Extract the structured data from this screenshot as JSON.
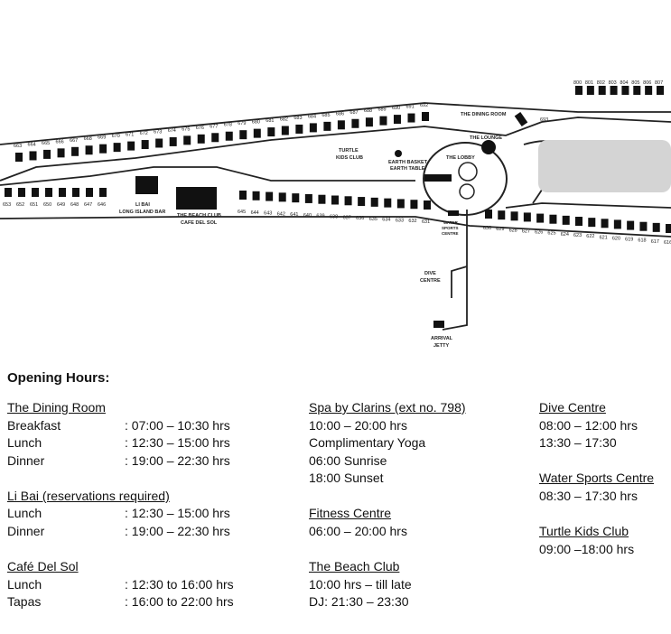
{
  "map": {
    "places": {
      "dining_room": "THE DINING ROOM",
      "lounge": "THE LOUNGE",
      "lobby": "THE LOBBY",
      "turtle_kids_1": "TURTLE",
      "turtle_kids_2": "KIDS CLUB",
      "earth_1": "EARTH BASKET",
      "earth_2": "EARTH TABLE",
      "libai_1": "LI BAI",
      "libai_2": "LONG ISLAND BAR",
      "beach_1": "THE BEACH CLUB",
      "beach_2": "CAFE DEL SOL",
      "water_1": "WATER",
      "water_2": "SPORTS",
      "water_3": "CENTRE",
      "dive_1": "DIVE",
      "dive_2": "CENTRE",
      "jetty_1": "ARRIVAL",
      "jetty_2": "JETTY"
    },
    "villas_top": [
      "663",
      "664",
      "665",
      "666",
      "667",
      "668",
      "669",
      "670",
      "671",
      "672",
      "673",
      "674",
      "675",
      "676",
      "677",
      "678",
      "679",
      "680",
      "681",
      "682",
      "683",
      "684",
      "685",
      "686",
      "687",
      "688",
      "689",
      "690",
      "691",
      "692"
    ],
    "villas_bottom_left": [
      "653",
      "652",
      "651",
      "650",
      "649",
      "648",
      "647",
      "646"
    ],
    "villas_bottom_mid": [
      "645",
      "644",
      "643",
      "642",
      "641",
      "640",
      "639",
      "638",
      "637",
      "636",
      "635",
      "634",
      "633",
      "632",
      "631"
    ],
    "villas_bottom_right": [
      "630",
      "629",
      "628",
      "627",
      "626",
      "625",
      "624",
      "623",
      "622",
      "621",
      "620",
      "619",
      "618",
      "617",
      "616"
    ],
    "villas_north": [
      "800",
      "801",
      "802",
      "803",
      "804",
      "805",
      "806",
      "807"
    ],
    "villa_693": "693"
  },
  "hours": {
    "title": "Opening Hours:",
    "dining_room": {
      "heading": "The Dining Room",
      "rows": [
        [
          "Breakfast",
          ": 07:00 – 10:30 hrs"
        ],
        [
          "Lunch",
          ": 12:30 – 15:00 hrs"
        ],
        [
          "Dinner",
          ": 19:00 – 22:30 hrs"
        ]
      ]
    },
    "li_bai": {
      "heading": "Li Bai (reservations required)",
      "rows": [
        [
          "Lunch",
          ": 12:30 – 15:00 hrs"
        ],
        [
          "Dinner",
          ": 19:00 – 22:30 hrs"
        ]
      ]
    },
    "cafe": {
      "heading": "Café Del Sol",
      "rows": [
        [
          "Lunch",
          ": 12:30 to 16:00 hrs"
        ],
        [
          "Tapas",
          ": 16:00 to 22:00 hrs"
        ]
      ]
    },
    "spa": {
      "heading": "Spa by Clarins (ext no. 798)",
      "lines": [
        "10:00 – 20:00 hrs",
        "Complimentary Yoga",
        "06:00 Sunrise",
        "18:00 Sunset"
      ]
    },
    "fitness": {
      "heading": "Fitness Centre",
      "lines": [
        "06:00 – 20:00 hrs"
      ]
    },
    "beach_club": {
      "heading": "The Beach Club",
      "lines": [
        "10:00 hrs – till late",
        "DJ: 21:30 – 23:30"
      ]
    },
    "dive": {
      "heading": "Dive Centre",
      "lines": [
        "08:00 – 12:00 hrs",
        "13:30 – 17:30"
      ]
    },
    "water_sports": {
      "heading": "Water Sports Centre",
      "lines": [
        "08:30 – 17:30 hrs"
      ]
    },
    "turtle": {
      "heading": "Turtle Kids Club",
      "lines": [
        "09:00 –18:00 hrs"
      ]
    }
  }
}
